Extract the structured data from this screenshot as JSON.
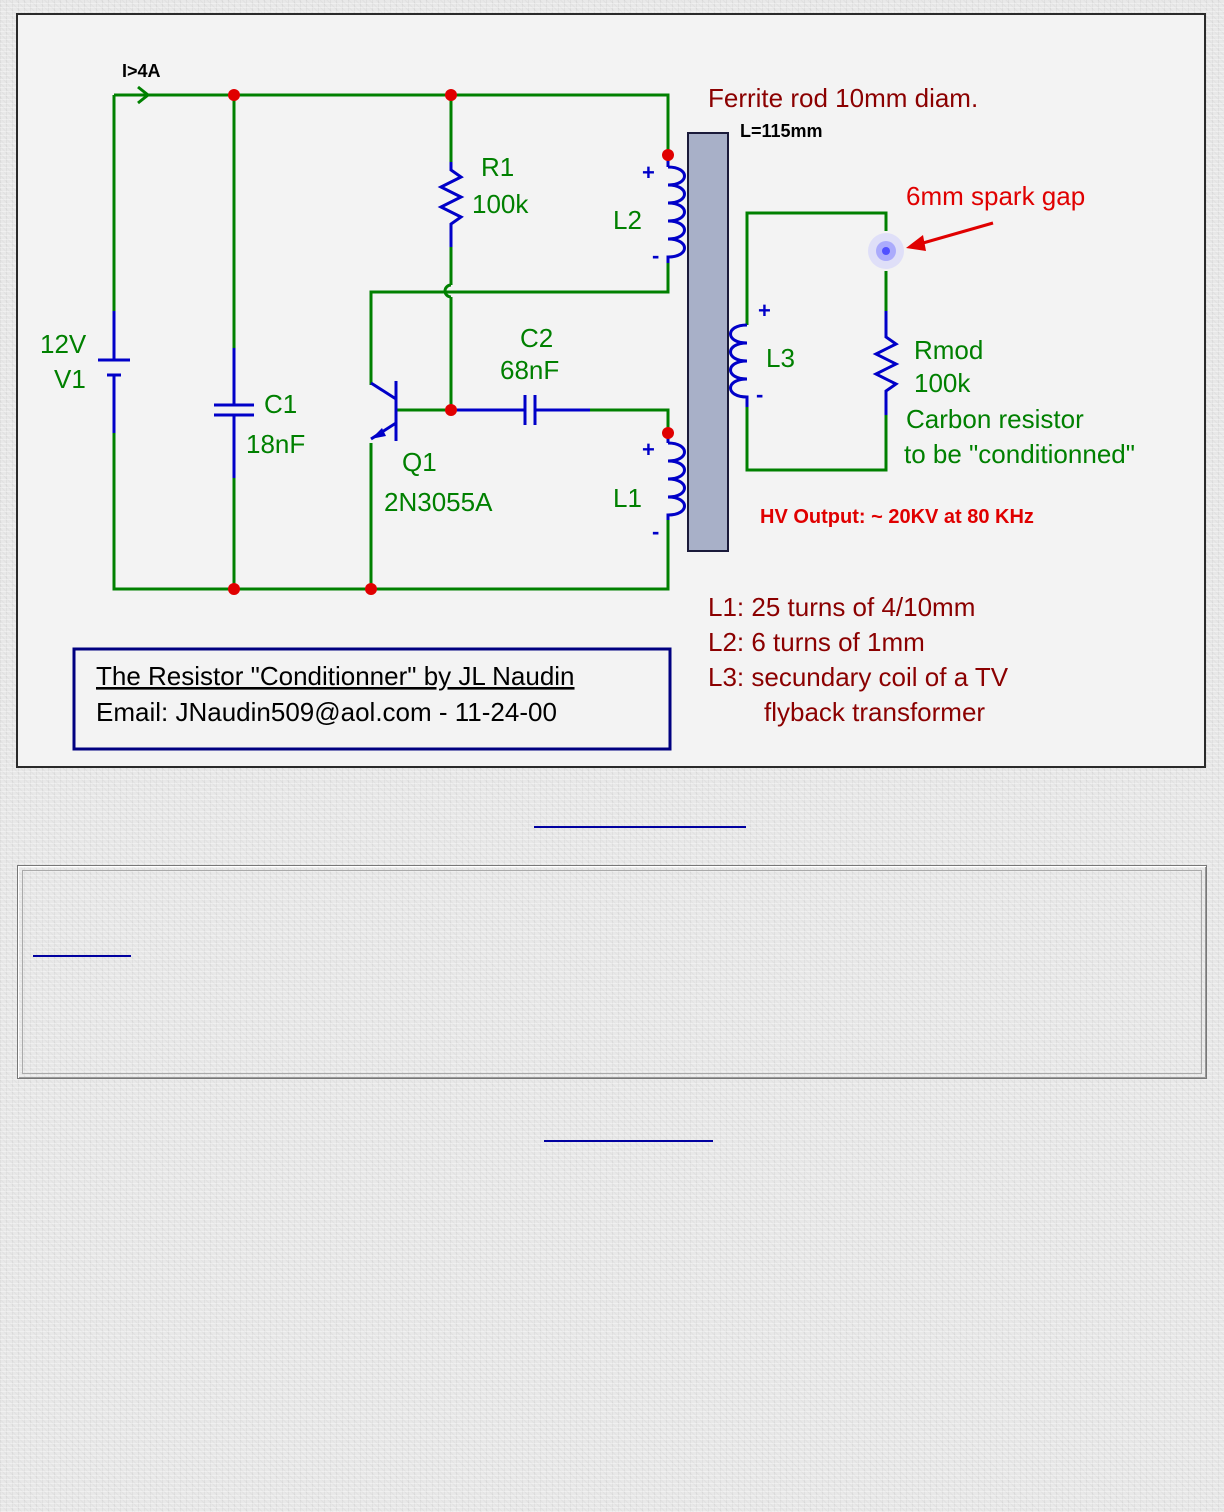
{
  "schematic": {
    "current_label": "I>4A",
    "battery": {
      "voltage": "12V",
      "name": "V1"
    },
    "c1": {
      "name": "C1",
      "value": "18nF"
    },
    "r1": {
      "name": "R1",
      "value": "100k"
    },
    "c2": {
      "name": "C2",
      "value": "68nF"
    },
    "q1": {
      "name": "Q1",
      "model": "2N3055A"
    },
    "l1": {
      "name": "L1"
    },
    "l2": {
      "name": "L2"
    },
    "l3": {
      "name": "L3"
    },
    "polarity_plus": "+",
    "polarity_minus": "-",
    "ferrite_title": "Ferrite rod 10mm diam.",
    "ferrite_length": "L=115mm",
    "spark_gap": "6mm spark gap",
    "rmod": {
      "name": "Rmod",
      "value": "100k",
      "desc1": "Carbon resistor",
      "desc2": "to be \"conditionned\""
    },
    "hv_output": "HV Output: ~ 20KV at 80 KHz",
    "coil_notes": [
      "L1: 25 turns of 4/10mm",
      "L2: 6 turns of 1mm",
      "L3: secundary coil of a TV",
      "flyback transformer"
    ],
    "title_box": {
      "title": "The Resistor \"Conditionner\" by JL Naudin",
      "email": "Email: JNaudin509@aol.com - 11-24-00"
    },
    "colors": {
      "wire": "#008000",
      "component": "#0000c8",
      "node": "#e00000",
      "note": "#8b0000",
      "accent": "#e00000",
      "core": "#a8b0c8"
    }
  }
}
